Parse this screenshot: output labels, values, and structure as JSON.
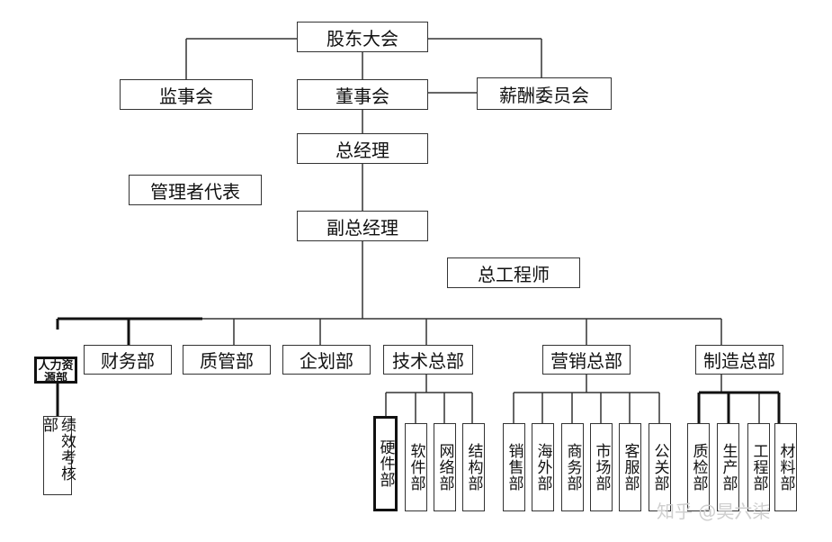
{
  "org": {
    "shareholders": "股东大会",
    "supervisory": "监事会",
    "board": "董事会",
    "compensation": "薪酬委员会",
    "gm": "总经理",
    "mgmt_rep": "管理者代表",
    "deputy_gm": "副总经理",
    "chief_engineer": "总工程师",
    "hr": "人力资源部",
    "finance": "财务部",
    "quality_mgmt": "质管部",
    "planning": "企划部",
    "tech_hq": "技术总部",
    "marketing_hq": "营销总部",
    "manufacturing_hq": "制造总部",
    "performance": "绩效考核部",
    "tech_depts": [
      "硬件部",
      "软件部",
      "网络部",
      "结构部"
    ],
    "marketing_depts": [
      "销售部",
      "海外部",
      "商务部",
      "市场部",
      "客服部",
      "公关部"
    ],
    "manufacturing_depts": [
      "质检部",
      "生产部",
      "工程部",
      "材料部"
    ]
  },
  "watermark": "知乎 @昊六柒"
}
